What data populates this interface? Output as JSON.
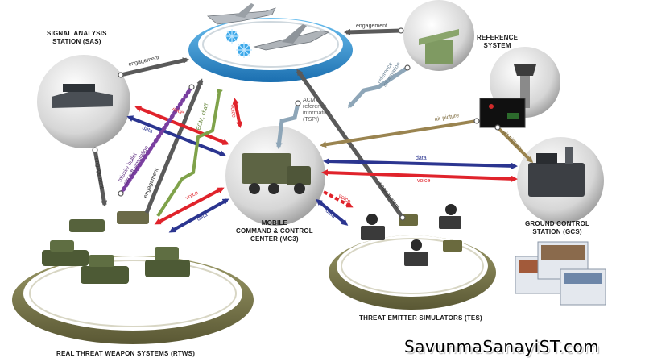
{
  "nodes": {
    "sas": [
      "SIGNAL ANALYSIS",
      "STATION (SAS)"
    ],
    "reference": [
      "REFERENCE",
      "SYSTEM"
    ],
    "mc3": [
      "MOBILE",
      "COMMAND & CONTROL",
      "CENTER (MC3)"
    ],
    "gcs": [
      "GROUND CONTROL",
      "STATION (GCS)"
    ],
    "tes": "THREAT EMITTER SIMULATORS (TES)",
    "rtws": "REAL THREAT WEAPON SYSTEMS (RTWS)"
  },
  "links": {
    "engagement": "engagement",
    "voice": "voice",
    "data": "data",
    "reference_information": [
      "reference",
      "information"
    ],
    "acmi": [
      "ACMI",
      "reference",
      "information",
      "(TSPI)"
    ],
    "air_picture": "air picture",
    "ecm_chaff": "ECM, chaff",
    "missile_bullet": [
      "missile bullet",
      "aircraft simulation"
    ]
  },
  "watermark": "SavunmaSanayiST.com",
  "colors": {
    "engagement": "#5a5a5a",
    "voice": "#e0232b",
    "data": "#2b3590",
    "reference_information": "#8ea6b8",
    "air_picture": "#9a8450",
    "ecm_chaff": "#7fa24a",
    "missile_bullet": "#7a3fa0",
    "blue_ring": "#2f8fd1",
    "olive_ring": "#6c6a3f"
  }
}
